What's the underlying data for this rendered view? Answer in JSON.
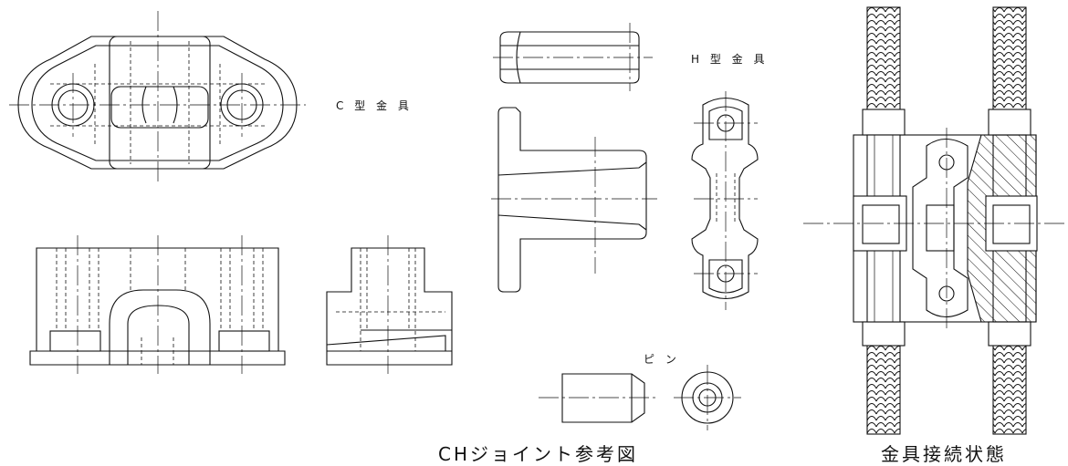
{
  "labels": {
    "c_fitting": "C 型 金 具",
    "h_fitting": "H 型 金 具",
    "pin": "ピ ン"
  },
  "captions": {
    "reference": "CHジョイント参考図",
    "connection": "金具接続状態"
  },
  "colors": {
    "line": "#111111",
    "paper": "#ffffff"
  }
}
